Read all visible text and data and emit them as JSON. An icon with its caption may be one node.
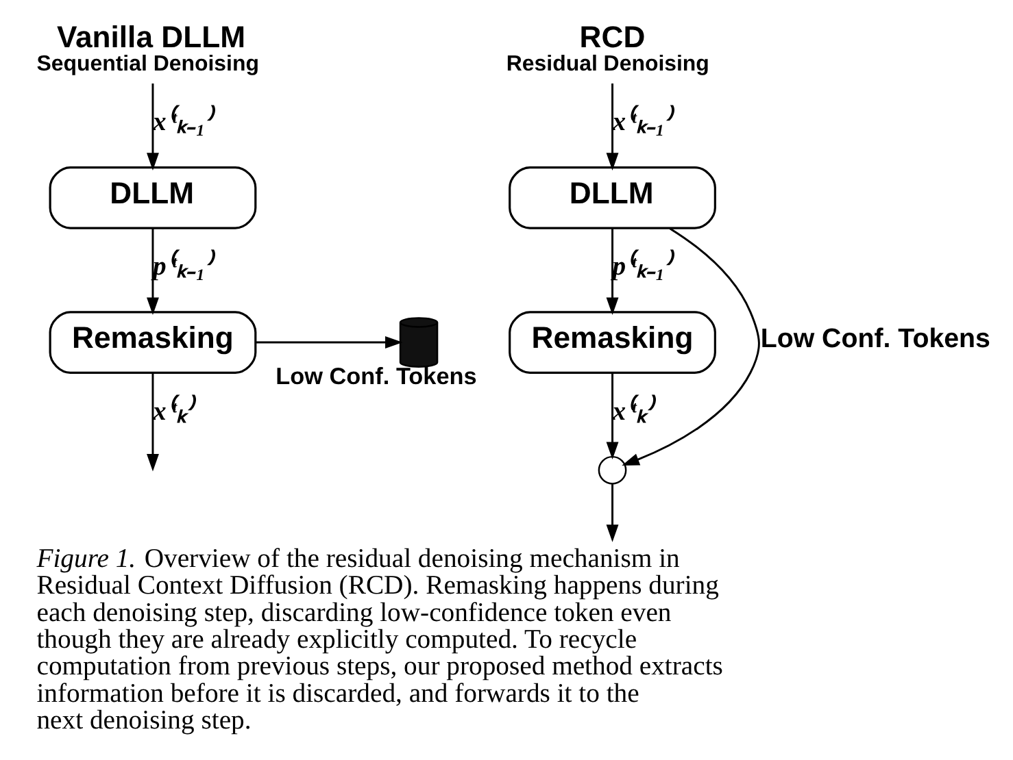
{
  "diagram": {
    "caption": "*Figure 1.* Overview of the residual denoising mechanism in Residual Context Diffusion (RCD). Remasking happens during each denoising step, discarding low-confidence token even though they are already explicitly computed. To recycle computation from previous steps, our proposed method extracts information before it is discarded, and forwards it to the next denoising step.",
    "nodes": [
      {
        "text": [
          "Vanilla DLLM",
          "Sequential Denoising"
        ]
      },
      {
        "text": [
          "DLLM"
        ]
      },
      {
        "text": [
          "Remasking"
        ]
      },
      {
        "text": [],
        "shape": "bin",
        "beside": [
          "Low Conf. Tokens"
        ]
      },
      {
        "text": [
          "RCD",
          "Residual Denoising"
        ]
      },
      {
        "text": [
          "DLLM"
        ]
      },
      {
        "text": [
          "Remasking"
        ]
      },
      {
        "text": [],
        "shape": "circle"
      }
    ],
    "edges": [
      {
        "from": 0,
        "to": 1,
        "arrow": "to",
        "label": "x⁽ᵗₖ₋₁⁾"
      },
      {
        "from": 1,
        "to": 2,
        "arrow": "to",
        "label": "p⁽ᵗₖ₋₁⁾"
      },
      {
        "from": 2,
        "to": 3,
        "arrow": "to"
      },
      {
        "from": 2,
        "to": null,
        "arrow": "to",
        "label": "x⁽ᵗₖ⁾"
      },
      {
        "from": 4,
        "to": 5,
        "arrow": "to",
        "label": "x⁽ᵗₖ₋₁⁾"
      },
      {
        "from": 5,
        "to": 6,
        "arrow": "to",
        "label": "p⁽ᵗₖ₋₁⁾"
      },
      {
        "from": 5,
        "to": 7,
        "arrow": "to",
        "label": "Low Conf. Tokens"
      },
      {
        "from": 6,
        "to": 7,
        "arrow": "to",
        "label": "x⁽ᵗₖ⁾"
      },
      {
        "from": 7,
        "to": null,
        "arrow": "to"
      }
    ]
  }
}
